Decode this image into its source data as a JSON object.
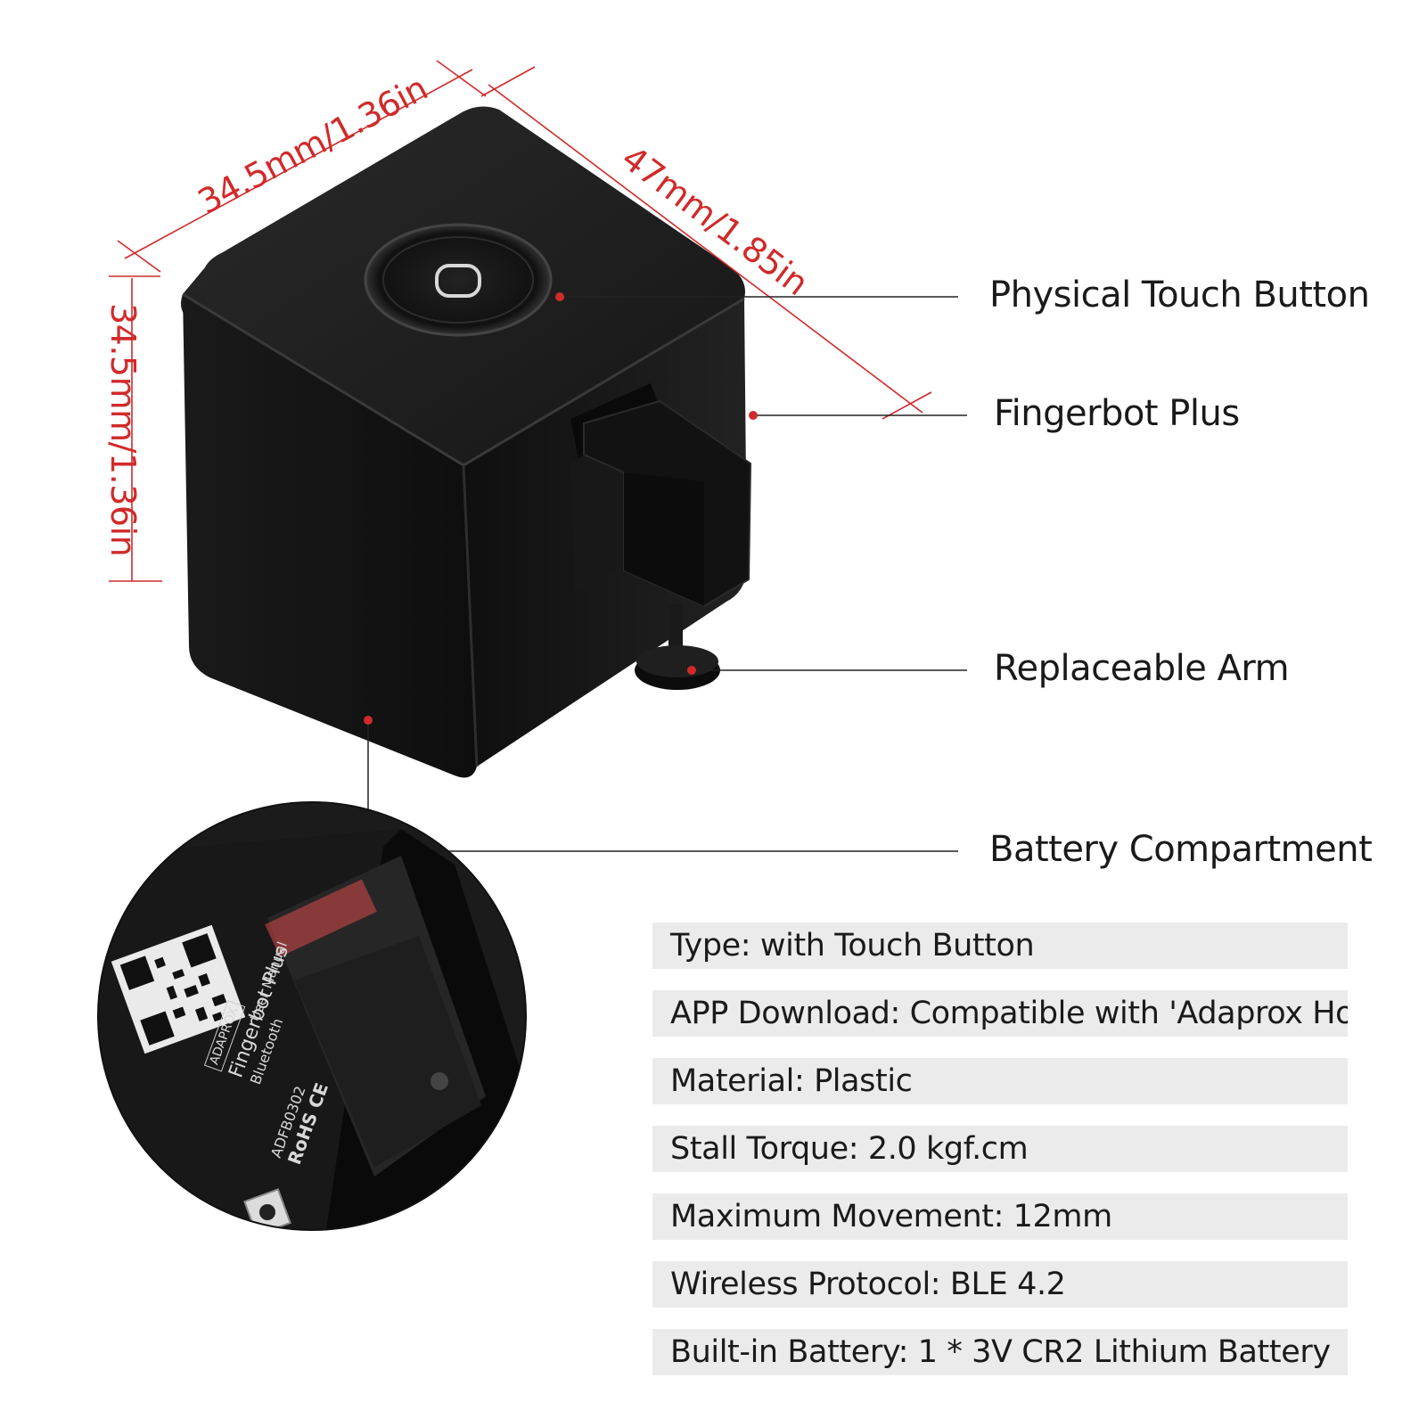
{
  "dimensions": {
    "width_label": "34.5mm/1.36in",
    "depth_label": "47mm/1.85in",
    "height_label": "34.5mm/1.36in",
    "color": "#d12a2a"
  },
  "callouts": [
    {
      "label": "Physical Touch Button"
    },
    {
      "label": "Fingerbot Plus"
    },
    {
      "label": "Replaceable Arm"
    },
    {
      "label": "Battery Compartment"
    }
  ],
  "specs": [
    "Type: with Touch Button",
    "APP Download: Compatible with 'Adaprox Home'",
    "Material: Plastic",
    "Stall Torque: 2.0 kgf.cm",
    "Maximum Movement: 12mm",
    "Wireless Protocol: BLE 4.2",
    "Built-in Battery: 1 * 3V CR2 Lithium Battery"
  ],
  "inset_label": {
    "brand": "ADAPROX",
    "product": "Fingerbot Plus",
    "connectivity": "Bluetooth",
    "model": "ADFB0302",
    "certs": "RoHS CE",
    "manual": "User Manual"
  },
  "colors": {
    "device_body": "#141414",
    "device_top": "#1c1c1c",
    "callout_dot": "#d12a2a",
    "spec_background": "#ebebeb"
  }
}
